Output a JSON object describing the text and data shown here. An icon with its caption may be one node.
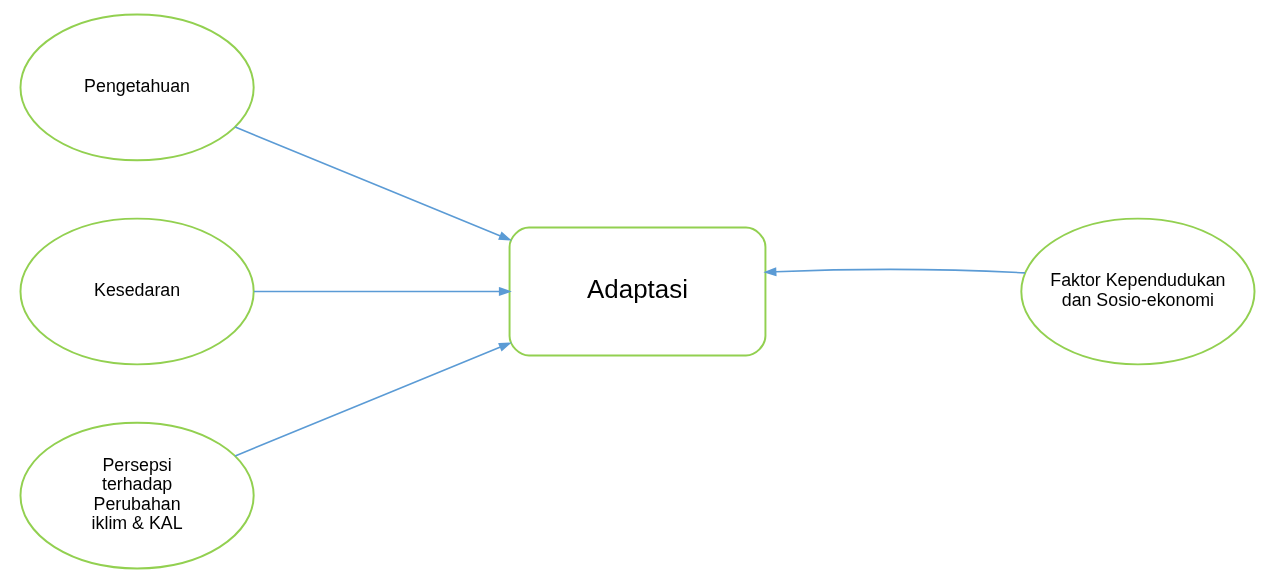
{
  "diagram": {
    "nodes": [
      {
        "text": [
          "Pengetahuan"
        ]
      },
      {
        "text": [
          "Kesedaran"
        ]
      },
      {
        "text": [
          "Persepsi terhadap Perubahan iklim & KAL"
        ]
      },
      {
        "text": [
          "Adaptasi"
        ]
      },
      {
        "text": [
          "Faktor Kependudukan dan Sosio-ekonomi"
        ]
      }
    ],
    "edges": [
      {
        "from": 0,
        "to": 3,
        "arrow": "to"
      },
      {
        "from": 1,
        "to": 3,
        "arrow": "to"
      },
      {
        "from": 2,
        "to": 3,
        "arrow": "to"
      },
      {
        "from": 4,
        "to": 3,
        "arrow": "to"
      }
    ]
  }
}
